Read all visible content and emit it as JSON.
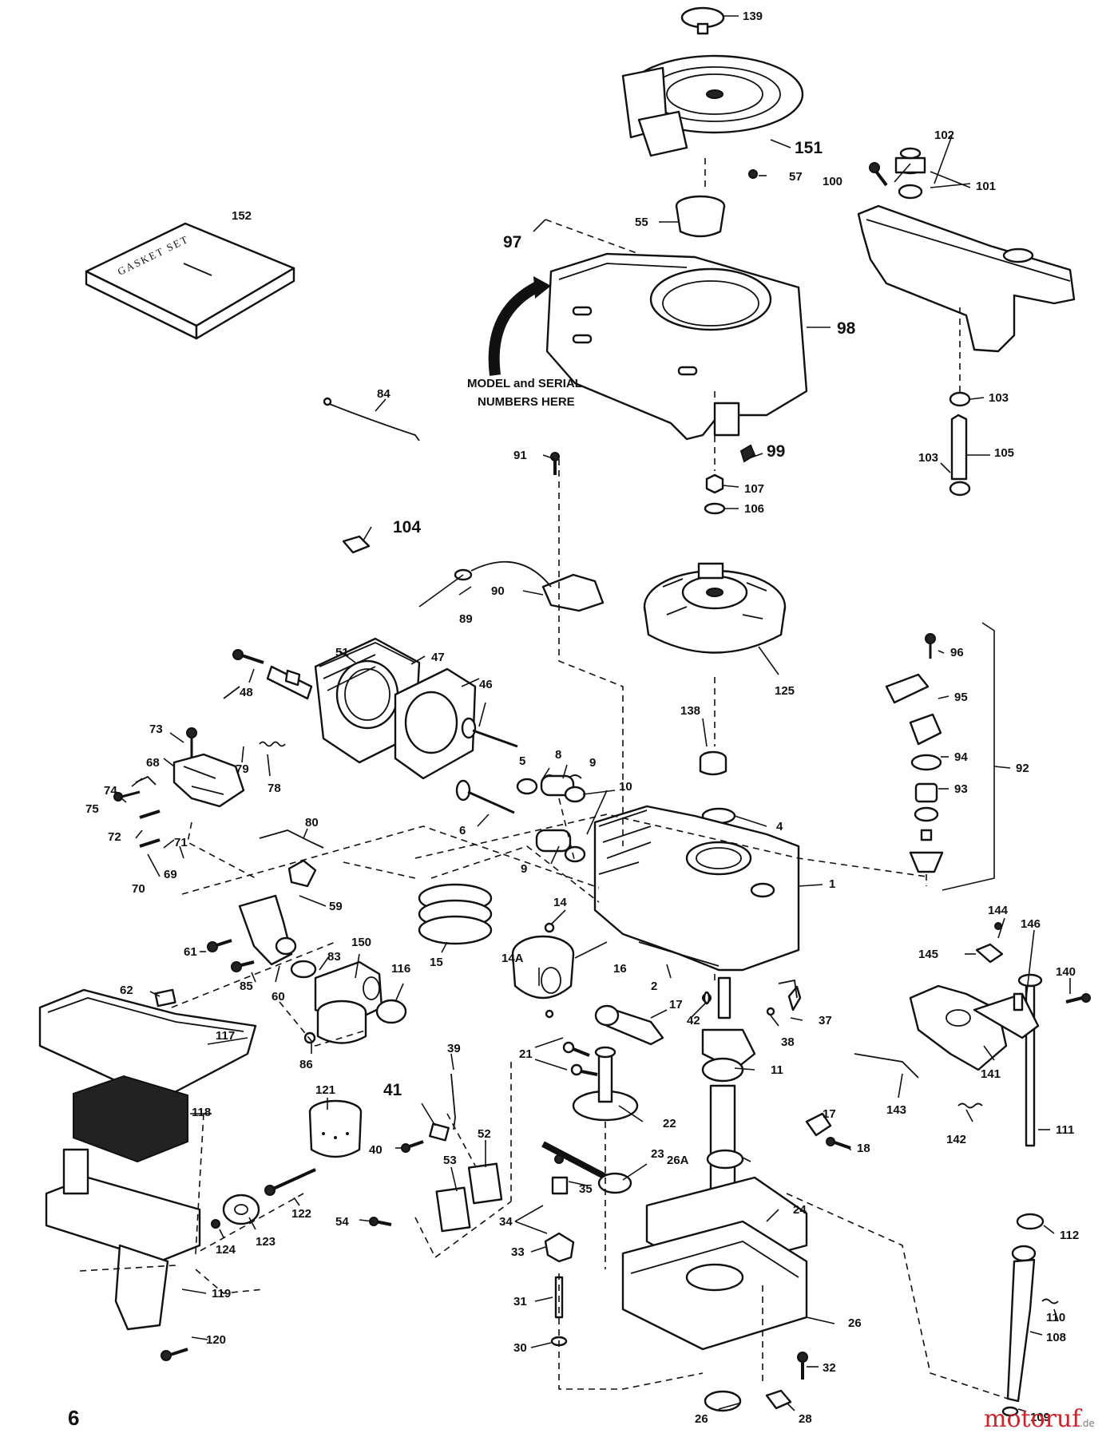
{
  "page_number": "6",
  "model_note_line1": "MODEL and SERIAL",
  "model_note_line2": "NUMBERS HERE",
  "gasket_set_text": "GASKET SET",
  "watermark": {
    "brand": "motoruf",
    "suffix": ".de",
    "color_red": "#c8252c",
    "color_blue": "#1a3c8c"
  },
  "labels": {
    "l1": "1",
    "l2": "2",
    "l4": "4",
    "l5": "5",
    "l6": "6",
    "l8": "8",
    "l9a": "9",
    "l9b": "9",
    "l10": "10",
    "l11": "11",
    "l14": "14",
    "l14a": "14A",
    "l15": "15",
    "l16": "16",
    "l17a": "17",
    "l17b": "17",
    "l18": "18",
    "l21": "21",
    "l22": "22",
    "l23": "23",
    "l24": "24",
    "l26a": "26A",
    "l26": "26",
    "l26b": "26",
    "l28": "28",
    "l30": "30",
    "l31": "31",
    "l32": "32",
    "l33": "33",
    "l34": "34",
    "l35": "35",
    "l37": "37",
    "l38": "38",
    "l39": "39",
    "l40": "40",
    "l41": "41",
    "l42": "42",
    "l46": "46",
    "l47": "47",
    "l48": "48",
    "l51": "51",
    "l52": "52",
    "l53": "53",
    "l54": "54",
    "l55": "55",
    "l57": "57",
    "l59": "59",
    "l60": "60",
    "l61": "61",
    "l62": "62",
    "l68": "68",
    "l69": "69",
    "l70": "70",
    "l71": "71",
    "l72": "72",
    "l73": "73",
    "l74": "74",
    "l75": "75",
    "l78": "78",
    "l79": "79",
    "l80": "80",
    "l83": "83",
    "l84": "84",
    "l85": "85",
    "l86": "86",
    "l89": "89",
    "l90": "90",
    "l91": "91",
    "l92": "92",
    "l93": "93",
    "l94": "94",
    "l95": "95",
    "l96": "96",
    "l97": "97",
    "l98": "98",
    "l99": "99",
    "l100": "100",
    "l101": "101",
    "l102": "102",
    "l103a": "103",
    "l103b": "103",
    "l104": "104",
    "l105": "105",
    "l106": "106",
    "l107": "107",
    "l108": "108",
    "l109": "109",
    "l110": "110",
    "l111": "111",
    "l112": "112",
    "l116": "116",
    "l117": "117",
    "l118": "118",
    "l119": "119",
    "l120": "120",
    "l121": "121",
    "l122": "122",
    "l123": "123",
    "l124": "124",
    "l125": "125",
    "l138": "138",
    "l139": "139",
    "l140": "140",
    "l141": "141",
    "l142": "142",
    "l143": "143",
    "l144": "144",
    "l145": "145",
    "l146": "146",
    "l150": "150",
    "l151": "151",
    "l152": "152"
  }
}
